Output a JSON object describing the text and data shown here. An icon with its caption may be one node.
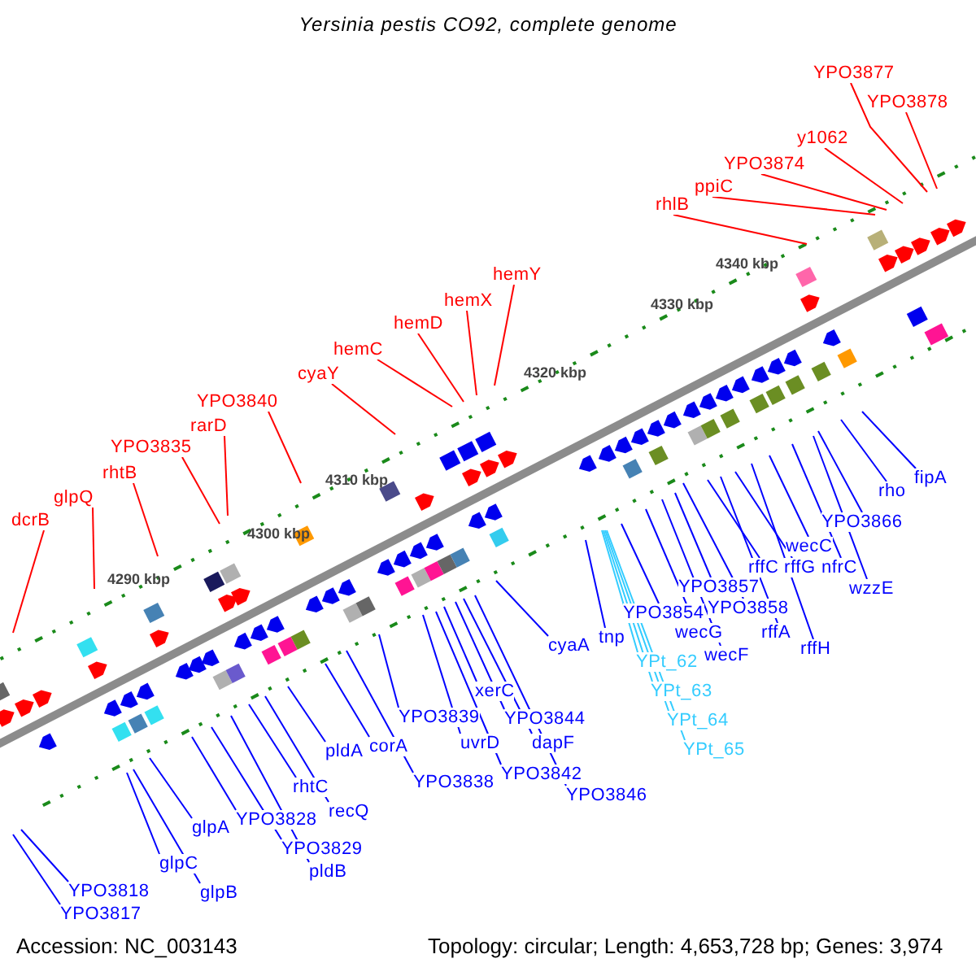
{
  "diagram": {
    "title": "Yersinia pestis CO92, complete genome",
    "nodes": [
      {
        "text": [
          "dcrB"
        ]
      },
      {
        "text": [
          "glpQ"
        ]
      },
      {
        "text": [
          "rhtB"
        ]
      },
      {
        "text": [
          "YPO3835"
        ]
      },
      {
        "text": [
          "rarD"
        ]
      },
      {
        "text": [
          "YPO3840"
        ]
      },
      {
        "text": [
          "cyaY"
        ]
      },
      {
        "text": [
          "hemC"
        ]
      },
      {
        "text": [
          "hemD"
        ]
      },
      {
        "text": [
          "hemX"
        ]
      },
      {
        "text": [
          "hemY"
        ]
      },
      {
        "text": [
          "rhlB"
        ]
      },
      {
        "text": [
          "ppiC"
        ]
      },
      {
        "text": [
          "YPO3874"
        ]
      },
      {
        "text": [
          "y1062"
        ]
      },
      {
        "text": [
          "YPO3877"
        ]
      },
      {
        "text": [
          "YPO3878"
        ]
      },
      {
        "text": [
          "YPO3818"
        ]
      },
      {
        "text": [
          "YPO3817"
        ]
      },
      {
        "text": [
          "glpC"
        ]
      },
      {
        "text": [
          "glpA"
        ]
      },
      {
        "text": [
          "glpB"
        ]
      },
      {
        "text": [
          "YPO3828"
        ]
      },
      {
        "text": [
          "rhtC"
        ]
      },
      {
        "text": [
          "YPO3829"
        ]
      },
      {
        "text": [
          "pldB"
        ]
      },
      {
        "text": [
          "pldA"
        ]
      },
      {
        "text": [
          "recQ"
        ]
      },
      {
        "text": [
          "corA"
        ]
      },
      {
        "text": [
          "YPO3839"
        ]
      },
      {
        "text": [
          "YPO3838"
        ]
      },
      {
        "text": [
          "uvrD"
        ]
      },
      {
        "text": [
          "xerC"
        ]
      },
      {
        "text": [
          "YPO3844"
        ]
      },
      {
        "text": [
          "dapF"
        ]
      },
      {
        "text": [
          "YPO3842"
        ]
      },
      {
        "text": [
          "YPO3846"
        ]
      },
      {
        "text": [
          "cyaA"
        ]
      },
      {
        "text": [
          "tnp"
        ]
      },
      {
        "text": [
          "YPO3854"
        ]
      },
      {
        "text": [
          "wecG"
        ]
      },
      {
        "text": [
          "YPO3857"
        ]
      },
      {
        "text": [
          "YPO3858"
        ]
      },
      {
        "text": [
          "wecF"
        ]
      },
      {
        "text": [
          "rffC"
        ]
      },
      {
        "text": [
          "rffA"
        ]
      },
      {
        "text": [
          "rffG"
        ]
      },
      {
        "text": [
          "rffH"
        ]
      },
      {
        "text": [
          "wecC"
        ]
      },
      {
        "text": [
          "nfrC"
        ]
      },
      {
        "text": [
          "YPO3866"
        ]
      },
      {
        "text": [
          "wzzE"
        ]
      },
      {
        "text": [
          "rho"
        ]
      },
      {
        "text": [
          "fipA"
        ]
      },
      {
        "text": [
          "YPt_62"
        ]
      },
      {
        "text": [
          "YPt_63"
        ]
      },
      {
        "text": [
          "YPt_64"
        ]
      },
      {
        "text": [
          "YPt_65"
        ]
      }
    ],
    "edges": [
      {
        "from": 0,
        "to": null,
        "arrow": "none",
        "color": "#ff0000"
      },
      {
        "from": 1,
        "to": null,
        "arrow": "none",
        "color": "#ff0000"
      },
      {
        "from": 2,
        "to": null,
        "arrow": "none",
        "color": "#ff0000"
      },
      {
        "from": 3,
        "to": null,
        "arrow": "none",
        "color": "#ff0000"
      },
      {
        "from": 4,
        "to": null,
        "arrow": "none",
        "color": "#ff0000"
      },
      {
        "from": 5,
        "to": null,
        "arrow": "none",
        "color": "#ff0000"
      },
      {
        "from": 6,
        "to": null,
        "arrow": "none",
        "color": "#ff0000"
      },
      {
        "from": 7,
        "to": null,
        "arrow": "none",
        "color": "#ff0000"
      },
      {
        "from": 8,
        "to": null,
        "arrow": "none",
        "color": "#ff0000"
      },
      {
        "from": 9,
        "to": null,
        "arrow": "none",
        "color": "#ff0000"
      },
      {
        "from": 10,
        "to": null,
        "arrow": "none",
        "color": "#ff0000"
      },
      {
        "from": 11,
        "to": null,
        "arrow": "none",
        "color": "#ff0000"
      },
      {
        "from": 12,
        "to": null,
        "arrow": "none",
        "color": "#ff0000"
      },
      {
        "from": 13,
        "to": null,
        "arrow": "none",
        "color": "#ff0000"
      },
      {
        "from": 14,
        "to": null,
        "arrow": "none",
        "color": "#ff0000"
      },
      {
        "from": 15,
        "to": null,
        "arrow": "none",
        "color": "#ff0000"
      },
      {
        "from": 16,
        "to": null,
        "arrow": "none",
        "color": "#ff0000"
      },
      {
        "from": 17,
        "to": null,
        "arrow": "none"
      },
      {
        "from": 18,
        "to": null,
        "arrow": "none"
      },
      {
        "from": 19,
        "to": null,
        "arrow": "none"
      },
      {
        "from": 20,
        "to": null,
        "arrow": "none"
      },
      {
        "from": 21,
        "to": null,
        "arrow": "none"
      },
      {
        "from": 22,
        "to": null,
        "arrow": "none"
      },
      {
        "from": 23,
        "to": null,
        "arrow": "none"
      },
      {
        "from": 24,
        "to": null,
        "arrow": "none"
      },
      {
        "from": 25,
        "to": null,
        "arrow": "none"
      },
      {
        "from": 26,
        "to": null,
        "arrow": "none"
      },
      {
        "from": 27,
        "to": null,
        "arrow": "none"
      },
      {
        "from": 28,
        "to": null,
        "arrow": "none"
      },
      {
        "from": 29,
        "to": null,
        "arrow": "none"
      },
      {
        "from": 30,
        "to": null,
        "arrow": "none"
      },
      {
        "from": 31,
        "to": null,
        "arrow": "none"
      },
      {
        "from": 32,
        "to": null,
        "arrow": "none"
      },
      {
        "from": 33,
        "to": null,
        "arrow": "none"
      },
      {
        "from": 34,
        "to": null,
        "arrow": "none"
      },
      {
        "from": 35,
        "to": null,
        "arrow": "none"
      },
      {
        "from": 36,
        "to": null,
        "arrow": "none"
      },
      {
        "from": 37,
        "to": null,
        "arrow": "none"
      },
      {
        "from": 38,
        "to": null,
        "arrow": "none"
      },
      {
        "from": 39,
        "to": null,
        "arrow": "none"
      },
      {
        "from": 40,
        "to": null,
        "arrow": "none"
      },
      {
        "from": 41,
        "to": null,
        "arrow": "none"
      },
      {
        "from": 42,
        "to": null,
        "arrow": "none"
      },
      {
        "from": 43,
        "to": null,
        "arrow": "none"
      },
      {
        "from": 44,
        "to": null,
        "arrow": "none"
      },
      {
        "from": 45,
        "to": null,
        "arrow": "none"
      },
      {
        "from": 46,
        "to": null,
        "arrow": "none"
      },
      {
        "from": 47,
        "to": null,
        "arrow": "none"
      },
      {
        "from": 48,
        "to": null,
        "arrow": "none"
      },
      {
        "from": 49,
        "to": null,
        "arrow": "none"
      },
      {
        "from": 50,
        "to": null,
        "arrow": "none"
      },
      {
        "from": 51,
        "to": null,
        "arrow": "none"
      },
      {
        "from": 52,
        "to": null,
        "arrow": "none"
      },
      {
        "from": 53,
        "to": null,
        "arrow": "none"
      },
      {
        "from": 54,
        "to": null,
        "arrow": "none",
        "color": "#33ccff"
      },
      {
        "from": 55,
        "to": null,
        "arrow": "none",
        "color": "#33ccff"
      },
      {
        "from": 56,
        "to": null,
        "arrow": "none",
        "color": "#33ccff"
      },
      {
        "from": 57,
        "to": null,
        "arrow": "none",
        "color": "#33ccff"
      }
    ],
    "labels": [
      "4290 kbp",
      "4300 kbp",
      "4310 kbp",
      "4320 kbp",
      "4330 kbp",
      "4340 kbp",
      "Accession: NC_003143",
      "Topology: circular; Length: 4,653,728 bp; Genes: 3,974"
    ]
  }
}
